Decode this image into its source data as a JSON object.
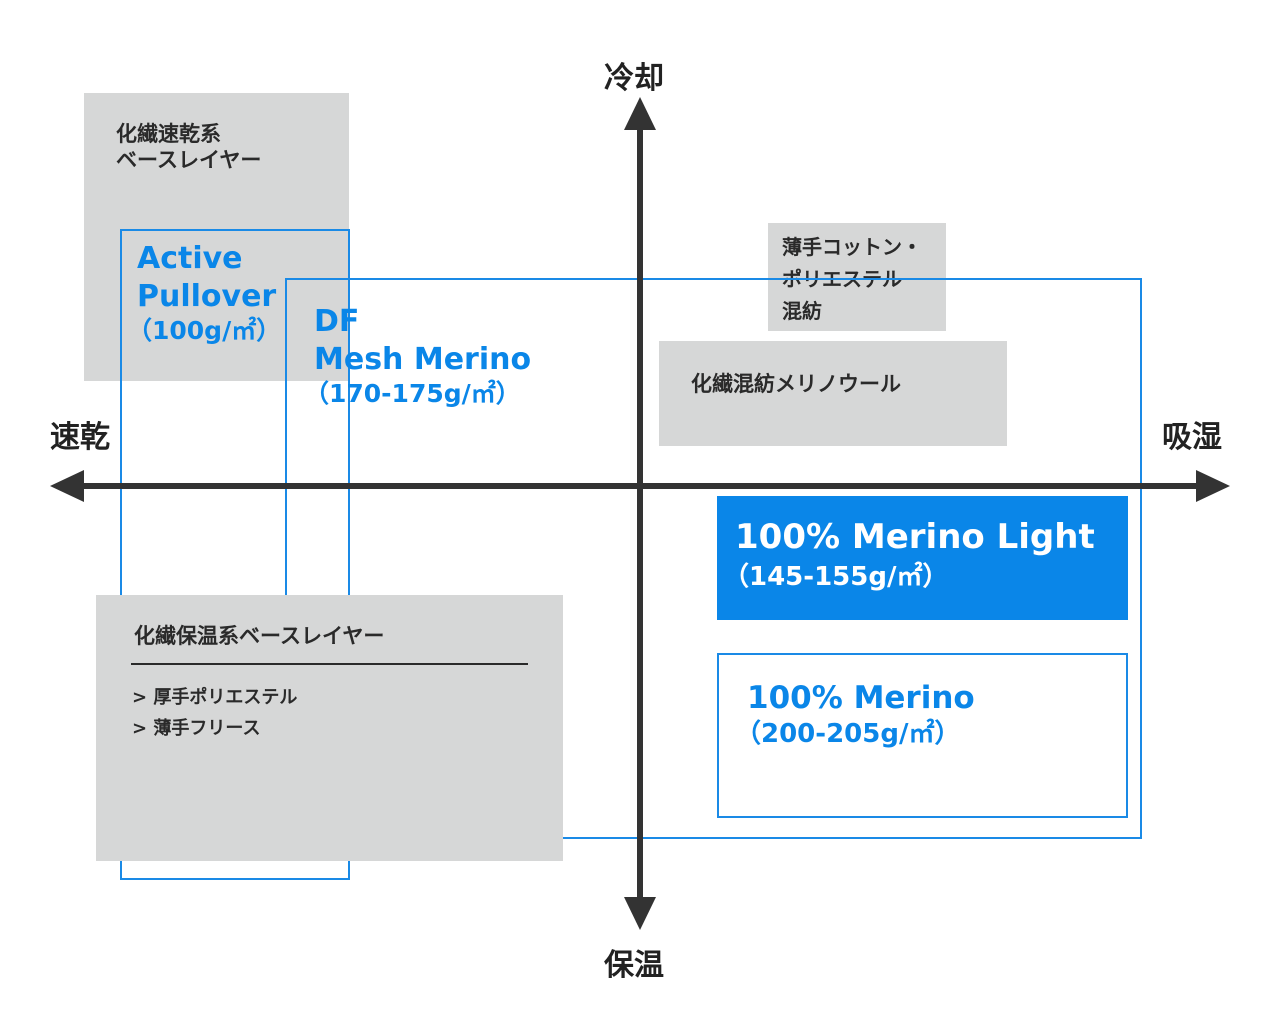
{
  "axes": {
    "top": "冷却",
    "bottom": "保温",
    "left": "速乾",
    "right": "吸湿"
  },
  "groups": {
    "synthetic_quick_dry": {
      "line1": "化繊速乾系",
      "line2": "ベースレイヤー"
    },
    "thin_cotton_poly": {
      "line1": "薄手コットン・",
      "line2": "ポリエステル",
      "line3": "混紡"
    },
    "synthetic_merino_blend": {
      "label": "化繊混紡メリノウール"
    },
    "synthetic_warm": {
      "title": "化繊保温系ベースレイヤー",
      "items": [
        "> 厚手ポリエステル",
        "> 薄手フリース"
      ]
    }
  },
  "products": {
    "active_pullover": {
      "line1": "Active",
      "line2": "Pullover",
      "weight": "（100g/㎡）"
    },
    "df_mesh_merino": {
      "line1": "DF",
      "line2": "Mesh Merino",
      "weight": "（170-175g/㎡）"
    },
    "merino_light": {
      "name": "100% Merino Light",
      "weight": "（145-155g/㎡）"
    },
    "merino": {
      "name": "100% Merino",
      "weight": "（200-205g/㎡）"
    }
  }
}
